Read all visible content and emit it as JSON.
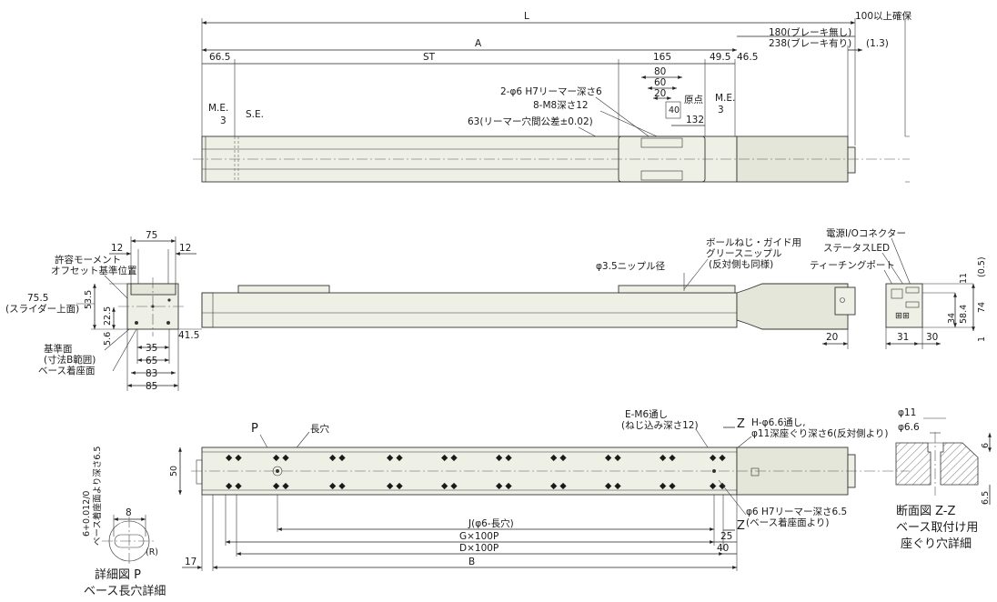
{
  "top_view": {
    "L": "L",
    "min_clear": "100以上確保",
    "brake_none": "180(ブレーキ無し)",
    "brake_with": "238(ブレーキ有り)",
    "A": "A",
    "d_13": "(1.3)",
    "d_665": "66.5",
    "ST": "ST",
    "d_165": "165",
    "d_495": "49.5",
    "d_465": "46.5",
    "d_80": "80",
    "d_60": "60",
    "d_20": "20",
    "d_40": "40",
    "origin": "原点",
    "d_132": "132",
    "me_left": "M.E.",
    "d_3_left": "3",
    "se": "S.E.",
    "me_right": "M.E.",
    "d_3_right": "3",
    "ream": "2-φ6 H7リーマー深さ6",
    "m8": "8-M8深さ12",
    "ream_pitch": "63(リーマー穴間公差±0.02)"
  },
  "side_view": {
    "d_75": "75",
    "d_12a": "12",
    "d_12b": "12",
    "moment1": "許容モーメント",
    "moment2": "オフセット基準位置",
    "h755": "75.5",
    "slider_top": "(スライダー上面)",
    "d_535": "53.5",
    "d_225": "22.5",
    "d_56": "5.6",
    "ref1": "基準面",
    "ref2": "(寸法B範囲)",
    "ref3": "ベース着座面",
    "d_35": "35",
    "d_65": "65",
    "d_83": "83",
    "d_85": "85",
    "d_415": "41.5",
    "nipple": "φ3.5ニップル径",
    "grease1": "ボールねじ・ガイド用",
    "grease2": "グリースニップル",
    "grease3": "(反対側も同様)",
    "d_20": "20",
    "power": "電源I/Oコネクター",
    "status": "ステータスLED",
    "teach": "ティーチングポート",
    "d_11": "11",
    "d_05": "(0.5)",
    "d_584": "58.4",
    "d_74": "74",
    "d_34": "34",
    "d_1": "1",
    "d_31": "31",
    "d_30": "30"
  },
  "bottom_view": {
    "P": "P",
    "slot": "長穴",
    "em6_1": "E-M6通し",
    "em6_2": "(ねじ込み深さ12)",
    "z_top": "Z",
    "z_bot": "Z",
    "h66_1": "H-φ6.6通し,",
    "h66_2": "φ11深座ぐり深さ6(反対側より)",
    "d_50": "50",
    "d_17": "17",
    "J": "J(φ6-長穴)",
    "G": "G×100P",
    "D": "D×100P",
    "B": "B",
    "d_25": "25",
    "d_40": "40",
    "ream65_1": "φ6 H7リーマー深さ6.5",
    "ream65_2": "(ベース着座面より)"
  },
  "detail_p": {
    "tol": "6+0.012/0",
    "depth": "ベース着座面より深さ6.5",
    "d_8": "8",
    "r": "(R)",
    "title1": "詳細図 P",
    "title2": "ベース長穴詳細"
  },
  "section_z": {
    "d_11": "φ11",
    "d_66": "φ6.6",
    "d_6": "6",
    "d_65": "6.5",
    "title1": "断面図 Z-Z",
    "title2": "ベース取付け用",
    "title3": "座ぐり穴詳細"
  }
}
